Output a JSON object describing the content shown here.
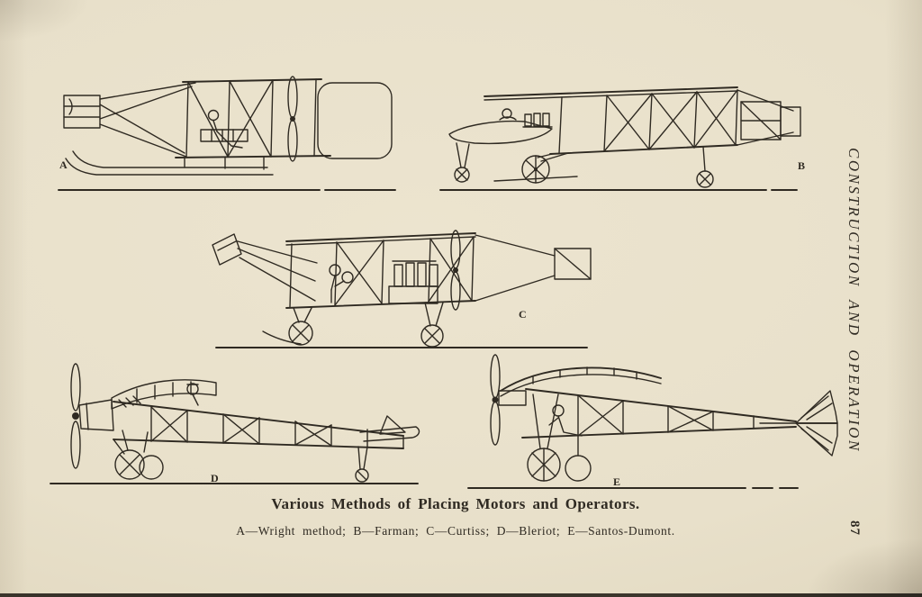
{
  "page": {
    "caption": "Various Methods of Placing Motors and Operators.",
    "key_line": "A—Wright method;  B—Farman;  C—Curtiss;  D—Bleriot;  E—Santos-Dumont.",
    "running_header": "CONSTRUCTION AND OPERATION",
    "page_number": "87"
  },
  "figures": [
    {
      "label": "A",
      "name": "Wright method"
    },
    {
      "label": "B",
      "name": "Farman"
    },
    {
      "label": "C",
      "name": "Curtiss"
    },
    {
      "label": "D",
      "name": "Bleriot"
    },
    {
      "label": "E",
      "name": "Santos-Dumont"
    }
  ],
  "colors": {
    "paper": "#e8e0ca",
    "ink": "#2f2a22"
  }
}
